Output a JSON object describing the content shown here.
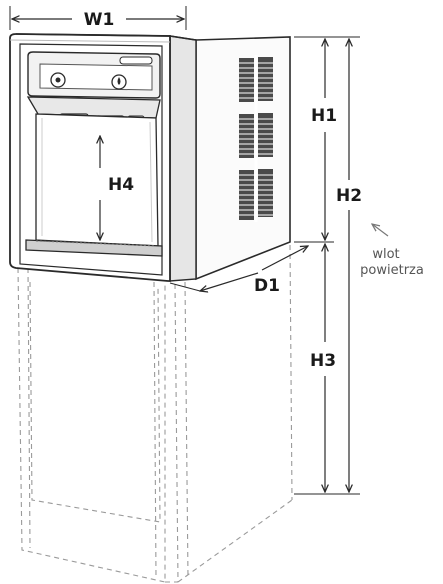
{
  "dimensions": {
    "w1": "W1",
    "d1": "D1",
    "h1": "H1",
    "h2": "H2",
    "h3": "H3",
    "h4": "H4"
  },
  "air_inlet": {
    "line1": "wlot",
    "line2": "powietrza"
  },
  "colors": {
    "line": "#2a2a2a",
    "body_fill": "#ffffff",
    "panel_fill": "#f2f2f2",
    "vent_fill": "#4a4a4a",
    "dashed": "#9a9a9a"
  }
}
